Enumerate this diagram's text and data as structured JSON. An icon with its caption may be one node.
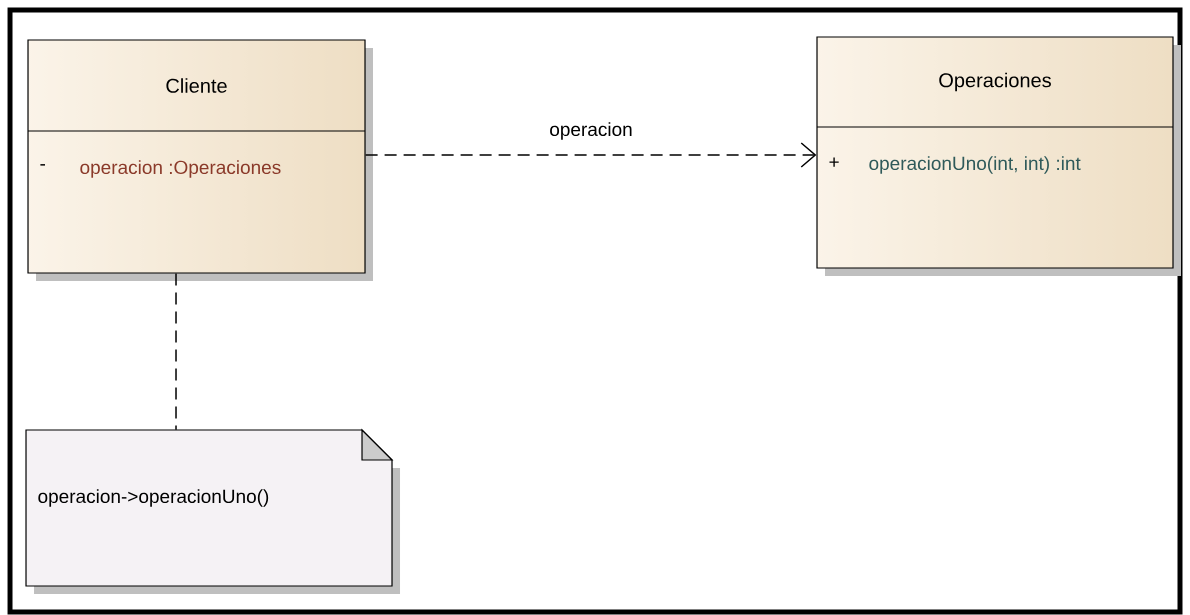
{
  "diagram": {
    "nodes": [
      {
        "text": [
          "Cliente",
          "-",
          "operacion :Operaciones"
        ]
      },
      {
        "text": [
          "Operaciones",
          "+",
          "operacionUno(int, int) :int"
        ]
      },
      {
        "text": [
          "operacion->operacionUno()"
        ]
      }
    ],
    "edges": [
      {
        "from": 0,
        "to": 1,
        "arrow": "to",
        "label": "operacion",
        "style": "dashed"
      },
      {
        "from": 0,
        "to": 2,
        "arrow": "none",
        "style": "dashed"
      }
    ]
  }
}
